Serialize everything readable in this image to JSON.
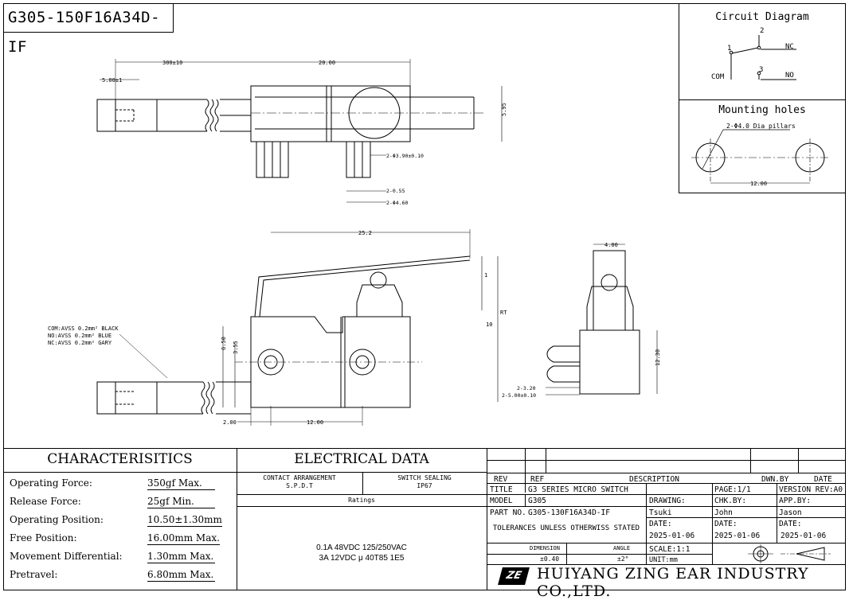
{
  "part_number": "G305-150F16A34D-IF",
  "circuit": {
    "title": "Circuit Diagram",
    "pin_top": "2",
    "pin_left": "1",
    "pin_mid": "3",
    "nc": "NC",
    "no": "NO",
    "com": "COM"
  },
  "mounting": {
    "title": "Mounting holes",
    "pillars": "2-Φ4.0 Dia pillars",
    "spacing": "12.00"
  },
  "dims": {
    "d_300": "300±10",
    "d_5": "5.00±1",
    "d_20": "20.00",
    "d_595": "5.95",
    "d_hole": "2-Φ3.90±0.10",
    "d_055": "2-0.55",
    "d_460": "2-Φ4.60",
    "d_252": "25.2",
    "d_1": "1",
    "d_10": "10",
    "d_rt": "RT",
    "d_650": "6.50",
    "d_355": "3.55",
    "d_200": "2.00",
    "d_1200": "12.00",
    "d_400": "4.00",
    "d_1230": "12.30",
    "d_320": "2-3.20",
    "d_500": "2-5.00±0.10"
  },
  "wires": {
    "com": "COM:AVSS 0.2mm² BLACK",
    "no": "NO:AVSS 0.2mm² BLUE",
    "nc": "NC:AVSS 0.2mm² GARY"
  },
  "characteristics": {
    "title": "CHARACTERISITICS",
    "rows": [
      {
        "label": "Operating Force:",
        "value": "350gf Max."
      },
      {
        "label": "Release Force:",
        "value": "25gf Min."
      },
      {
        "label": "Operating Position:",
        "value": "10.50±1.30mm"
      },
      {
        "label": "Free Position:",
        "value": "16.00mm Max."
      },
      {
        "label": "Movement Differential:",
        "value": "1.30mm Max."
      },
      {
        "label": "Pretravel:",
        "value": "6.80mm Max."
      }
    ]
  },
  "electrical": {
    "title": "ELECTRICAL DATA",
    "contact_label": "CONTACT ARRANGEMENT",
    "contact_value": "S.P.D.T",
    "sealing_label": "SWITCH SEALING",
    "sealing_value": "IP67",
    "ratings_label": "Ratings",
    "rating_1": "0.1A 48VDC 125/250VAC",
    "rating_2": "3A 12VDC μ 40T85 1E5"
  },
  "titleblock": {
    "rev": "REV",
    "ref": "REF",
    "description": "DESCRIPTION",
    "dwn_by": "DWN.BY",
    "date": "DATE",
    "title_label": "TITLE",
    "title_value": "G3 SERIES MICRO SWITCH",
    "page": "PAGE:1/1",
    "version": "VERSION REV:A0",
    "model_label": "MODEL",
    "model_value": "G305",
    "drawing": "DRAWING:",
    "chk": "CHK.BY:",
    "app": "APP.BY:",
    "part_label": "PART NO.",
    "part_value": "G305-130F16A34D-IF",
    "drawer": "Tsuki",
    "checker": "John",
    "approver": "Jason",
    "tolerances": "TOLERANCES UNLESS OTHERWISS STATED",
    "date_label": "DATE:",
    "date_value": "2025-01-06",
    "dimension": "DIMENSION",
    "angle": "ANGLE",
    "tol_dim": "±0.40",
    "tol_angle": "±2°",
    "scale": "SCALE:1:1",
    "unit": "UNIT:mm",
    "logo": "ZE",
    "company": "HUIYANG ZING EAR INDUSTRY CO.,LTD."
  }
}
